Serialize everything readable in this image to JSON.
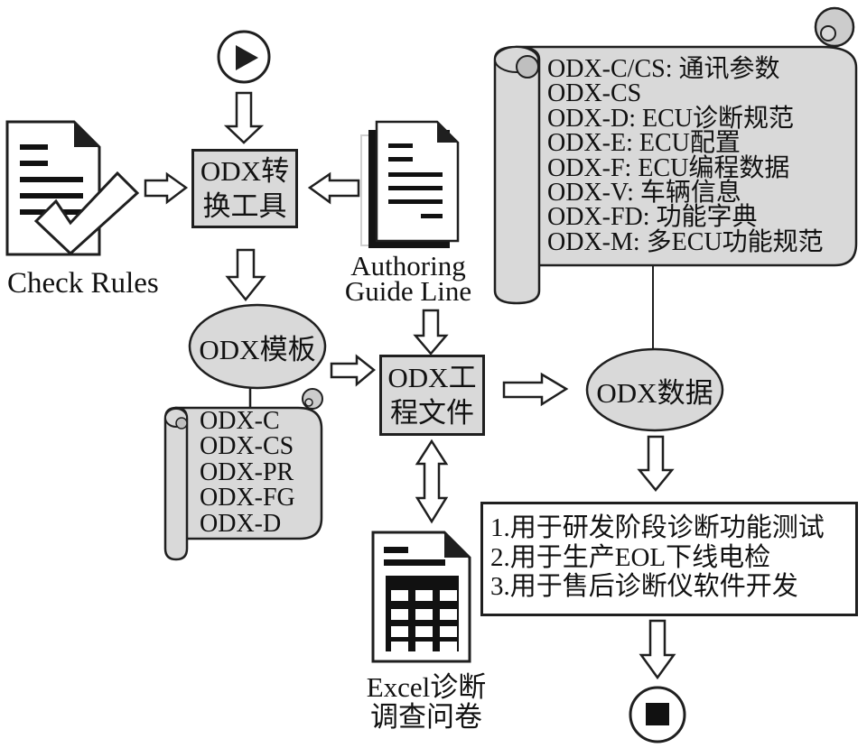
{
  "diagram": {
    "title_hint": "ODX authoring workflow diagram",
    "converter_box": {
      "line1": "ODX转",
      "line2": "换工具"
    },
    "project_box": {
      "line1": "ODX工",
      "line2": "程文件"
    },
    "template_ellipse": {
      "label": "ODX模板"
    },
    "data_ellipse": {
      "label": "ODX数据"
    },
    "check_rules": {
      "label": "Check Rules"
    },
    "authoring": {
      "line1": "Authoring",
      "line2": "Guide Line"
    },
    "excel": {
      "line1": "Excel诊断",
      "line2": "调查问卷"
    },
    "right_scroll": {
      "items": [
        "ODX-C/CS: 通讯参数",
        "ODX-CS",
        "ODX-D: ECU诊断规范",
        "ODX-E: ECU配置",
        "ODX-F: ECU编程数据",
        "ODX-V: 车辆信息",
        "ODX-FD: 功能字典",
        "ODX-M: 多ECU功能规范"
      ]
    },
    "left_scroll": {
      "items": [
        "ODX-C",
        "ODX-CS",
        "ODX-PR",
        "ODX-FG",
        "ODX-D"
      ]
    },
    "usage_box": {
      "items": [
        "1.用于研发阶段诊断功能测试",
        "2.用于生产EOL下线电检",
        "3.用于售后诊断仪软件开发"
      ]
    },
    "icons": {
      "start": "play-icon",
      "end": "stop-icon",
      "check_rules": "document-checkmark-icon",
      "authoring": "document-stack-icon",
      "excel": "spreadsheet-document-icon"
    },
    "colors": {
      "node_fill": "#d9d9d9",
      "stroke": "#1f1f1f",
      "roll_shade": "#bfbfbf",
      "text": "#111111"
    }
  }
}
